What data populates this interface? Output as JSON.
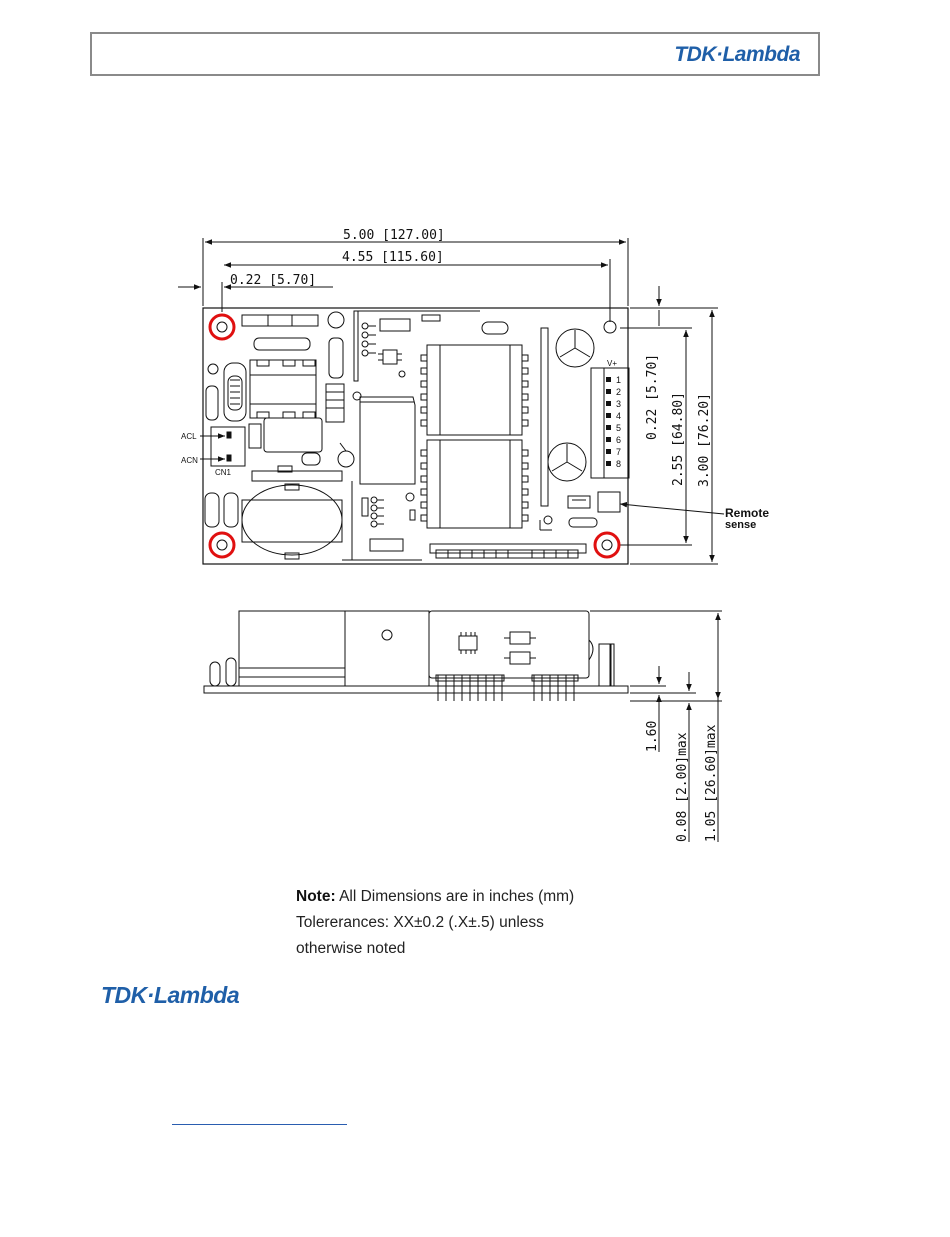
{
  "header": {
    "logo_text": "TDK·Lambda"
  },
  "footer": {
    "logo_text": "TDK·Lambda"
  },
  "top_view": {
    "dim_overall_width": "5.00 [127.00]",
    "dim_hole_spacing": "4.55 [115.60]",
    "dim_hole_offset": "0.22 [5.70]",
    "dim_vert_offset": "0.22 [5.70]",
    "dim_vert_spacing": "2.55 [64.80]",
    "dim_overall_height": "3.00 [76.20]",
    "acl_label": "ACL",
    "acn_label": "ACN",
    "cn1_label": "CN1",
    "vplus_label": "V+",
    "pins": [
      "1",
      "2",
      "3",
      "4",
      "5",
      "6",
      "7",
      "8"
    ],
    "remote_sense_line1": "Remote",
    "remote_sense_line2": "sense"
  },
  "side_view": {
    "dim_pcb": "1.60",
    "dim_lead": "0.08 [2.00]max",
    "dim_height": "1.05 [26.60]max"
  },
  "note": {
    "label": "Note:",
    "line1": "All Dimensions are in inches (mm)",
    "line2": "Tolererances: XX±0.2 (.X±.5) unless",
    "line3": "otherwise noted"
  },
  "colors": {
    "brand": "#1f5fa8",
    "highlight": "#e01010"
  }
}
